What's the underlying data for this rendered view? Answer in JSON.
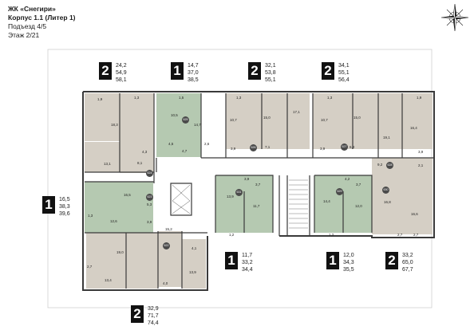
{
  "header": {
    "title": "ЖК «Снегири»",
    "building": "Корпус 1.1 (Литер 1)",
    "entrance": "Подъезд 4/5",
    "floor": "Этаж 2/21"
  },
  "compass": {
    "icon": "compass-rose-icon"
  },
  "colors": {
    "beige": "#d5cfc5",
    "green": "#b5c9b1",
    "wall": "#3a3a3a",
    "badge": "#111111"
  },
  "apartments": [
    {
      "rooms": "2",
      "area_total": "24,2",
      "area_living": "54,9",
      "area_full": "58,1"
    },
    {
      "rooms": "1",
      "area_total": "14,7",
      "area_living": "37,0",
      "area_full": "38,5"
    },
    {
      "rooms": "2",
      "area_total": "32,1",
      "area_living": "53,8",
      "area_full": "55,1"
    },
    {
      "rooms": "2",
      "area_total": "34,1",
      "area_living": "55,1",
      "area_full": "56,4"
    },
    {
      "rooms": "1",
      "area_total": "16,5",
      "area_living": "38,3",
      "area_full": "39,6"
    },
    {
      "rooms": "1",
      "area_total": "11,7",
      "area_living": "33,2",
      "area_full": "34,4"
    },
    {
      "rooms": "1",
      "area_total": "12,0",
      "area_living": "34,3",
      "area_full": "35,5"
    },
    {
      "rooms": "2",
      "area_total": "33,2",
      "area_living": "65,0",
      "area_full": "67,7"
    },
    {
      "rooms": "2",
      "area_total": "32,9",
      "area_living": "71,7",
      "area_full": "74,4"
    }
  ],
  "room_labels": [
    "1,9",
    "18,3",
    "1,3",
    "4,3",
    "8,1",
    "13,1",
    "10,5",
    "4,5",
    "4,7",
    "14,7",
    "2,6",
    "1,5",
    "1,3",
    "10,7",
    "3,9",
    "15,0",
    "7,1",
    "17,1",
    "1,3",
    "10,7",
    "3,9",
    "15,0",
    "6,4",
    "19,1",
    "16,4",
    "3,9",
    "2,1",
    "9,2",
    "16,5",
    "1,3",
    "12,6",
    "5,3",
    "3,9",
    "15,2",
    "19,0",
    "13,4",
    "2,7",
    "4,1",
    "13,9",
    "4,0",
    "13,9",
    "11,7",
    "1,2",
    "3,9",
    "3,7",
    "14,4",
    "12,0",
    "1,2",
    "4,2",
    "3,7",
    "16,8",
    "16,6",
    "2,7",
    "2,7",
    "1,9"
  ],
  "room_circles": [
    "625",
    "624",
    "626",
    "623",
    "622",
    "627",
    "628",
    "629",
    "631",
    "630",
    "621",
    "620",
    "619"
  ]
}
